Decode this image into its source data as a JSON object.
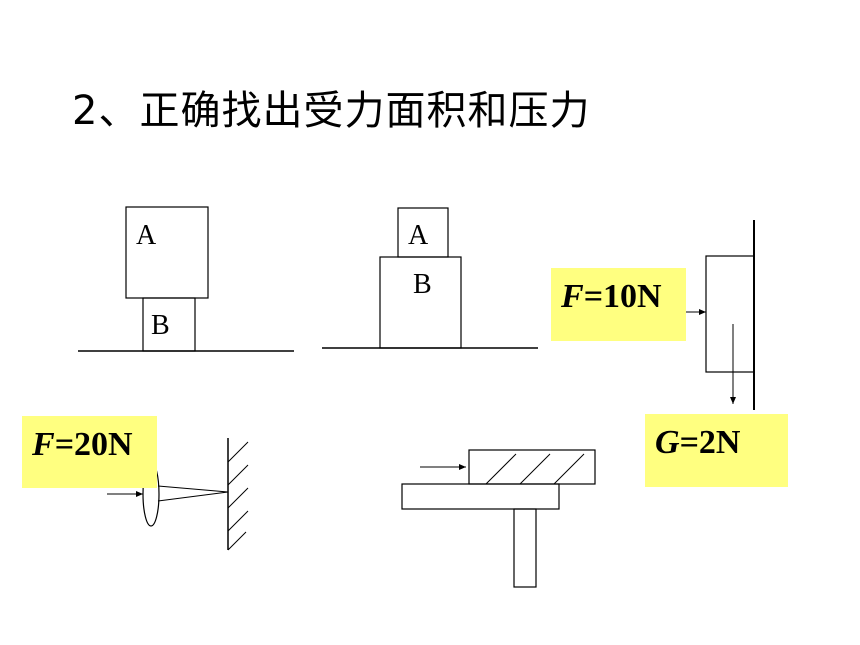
{
  "title": "2、正确找出受力面积和压力",
  "figure1": {
    "label_top": "A",
    "label_bottom": "B"
  },
  "figure2": {
    "label_top": "A",
    "label_bottom": "B"
  },
  "force_wall": {
    "symbol": "F",
    "value_text": "=10N"
  },
  "weight": {
    "symbol": "G",
    "value_text": "=2N"
  },
  "force_pin": {
    "symbol": "F",
    "value_text": "=20N"
  },
  "colors": {
    "highlight": "#ffff80",
    "stroke": "#000000"
  }
}
